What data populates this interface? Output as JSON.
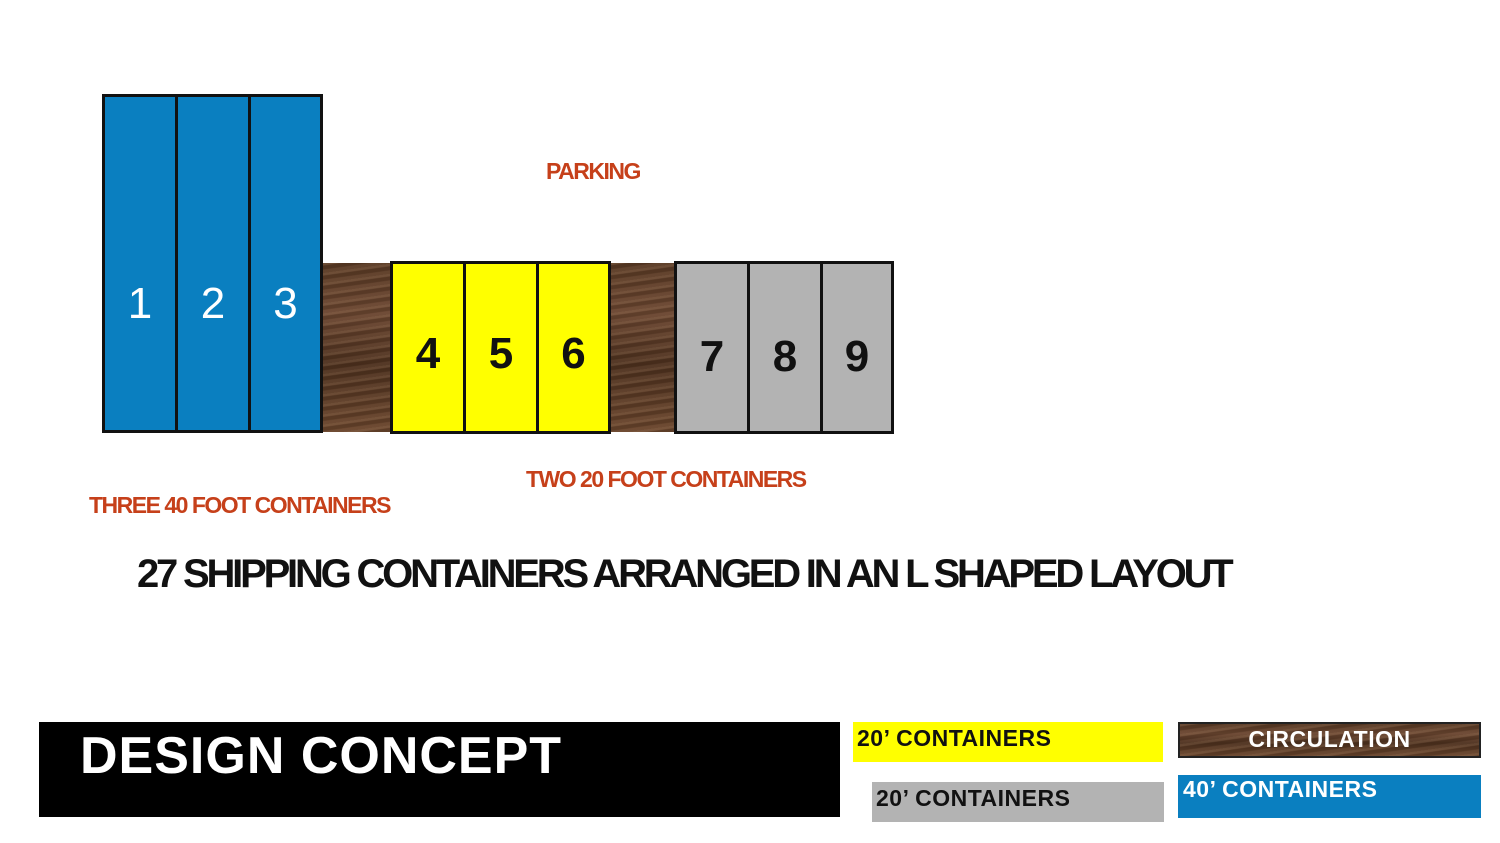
{
  "diagram": {
    "parking_label": "PARKING",
    "label_40ft": "THREE  40 FOOT CONTAINERS",
    "label_20ft": "TWO 20 FOOT CONTAINERS",
    "headline": "27 SHIPPING CONTAINERS ARRANGED IN AN L SHAPED LAYOUT",
    "containers": [
      {
        "number": "1",
        "type": "40ft"
      },
      {
        "number": "2",
        "type": "40ft"
      },
      {
        "number": "3",
        "type": "40ft"
      },
      {
        "number": "4",
        "type": "20ft"
      },
      {
        "number": "5",
        "type": "20ft"
      },
      {
        "number": "6",
        "type": "20ft"
      },
      {
        "number": "7",
        "type": "20ft"
      },
      {
        "number": "8",
        "type": "20ft"
      },
      {
        "number": "9",
        "type": "20ft"
      }
    ]
  },
  "banner": {
    "title": "DESIGN CONCEPT"
  },
  "legend": {
    "yellow_label": "20’ CONTAINERS",
    "gray_label": "20’ CONTAINERS",
    "circulation_label": "CIRCULATION",
    "blue_label": "40’ CONTAINERS"
  },
  "colors": {
    "container_40ft": "#0a7fc0",
    "container_20ft_yellow": "#ffff00",
    "container_20ft_gray": "#b3b3b3",
    "circulation": "#5a3a24",
    "label_accent": "#c6401a"
  }
}
